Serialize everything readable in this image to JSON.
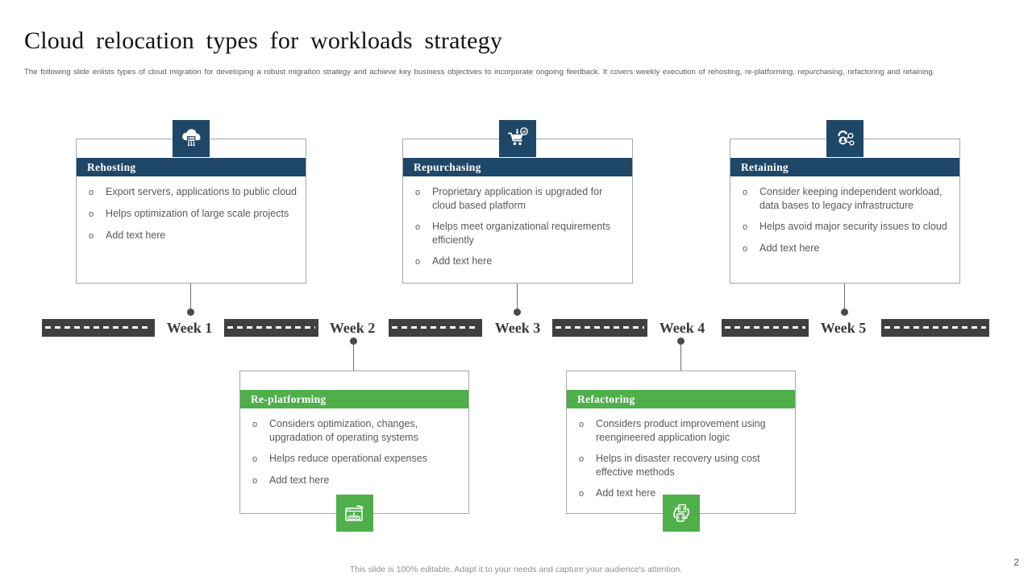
{
  "slide": {
    "title": "Cloud relocation types for workloads strategy",
    "subtitle": "The following slide enlists types of cloud migration  for developing a robust migration  strategy and achieve key business objectives to incorporate ongoing  feedback. It covers weekly execution of rehosting, re-platforming, repurchasing, refactoring and retaining.",
    "footer": "This slide is 100% editable. Adapt it to your needs and capture your audience's attention.",
    "page_number": "2"
  },
  "ui": {
    "bullet_marker": "o"
  },
  "colors": {
    "header_blue": "#1F4768",
    "header_green": "#4EAF4B",
    "road_dark": "#3F3F3F",
    "body_text": "#595959"
  },
  "top_cards": [
    {
      "title": "Rehosting",
      "icon": "cloud-server-icon",
      "bullets": [
        "Export servers, applications to public cloud",
        "Helps optimization of large scale projects",
        "Add text here"
      ]
    },
    {
      "title": "Repurchasing",
      "icon": "cart-upgrade-icon",
      "bullets": [
        "Proprietary application is upgraded for cloud based platform",
        "Helps meet organizational requirements efficiently",
        "Add text here"
      ]
    },
    {
      "title": "Retaining",
      "icon": "network-users-icon",
      "bullets": [
        "Consider keeping independent workload,  data bases to legacy infrastructure",
        "Helps avoid major security issues to cloud",
        "Add text here"
      ]
    }
  ],
  "bottom_cards": [
    {
      "title": "Re-platforming",
      "icon": "platform-window-refresh-icon",
      "bullets": [
        "Considers optimization,  changes, upgradation of operating systems",
        "Helps reduce operational  expenses",
        "Add text here"
      ]
    },
    {
      "title": "Refactoring",
      "icon": "code-refactor-cycle-icon",
      "bullets": [
        "Considers product improvement using reengineered  application logic",
        "Helps in disaster recovery using cost effective methods",
        "Add text here"
      ]
    }
  ],
  "timeline": {
    "weeks": [
      "Week 1",
      "Week 2",
      "Week 3",
      "Week 4",
      "Week 5"
    ]
  }
}
